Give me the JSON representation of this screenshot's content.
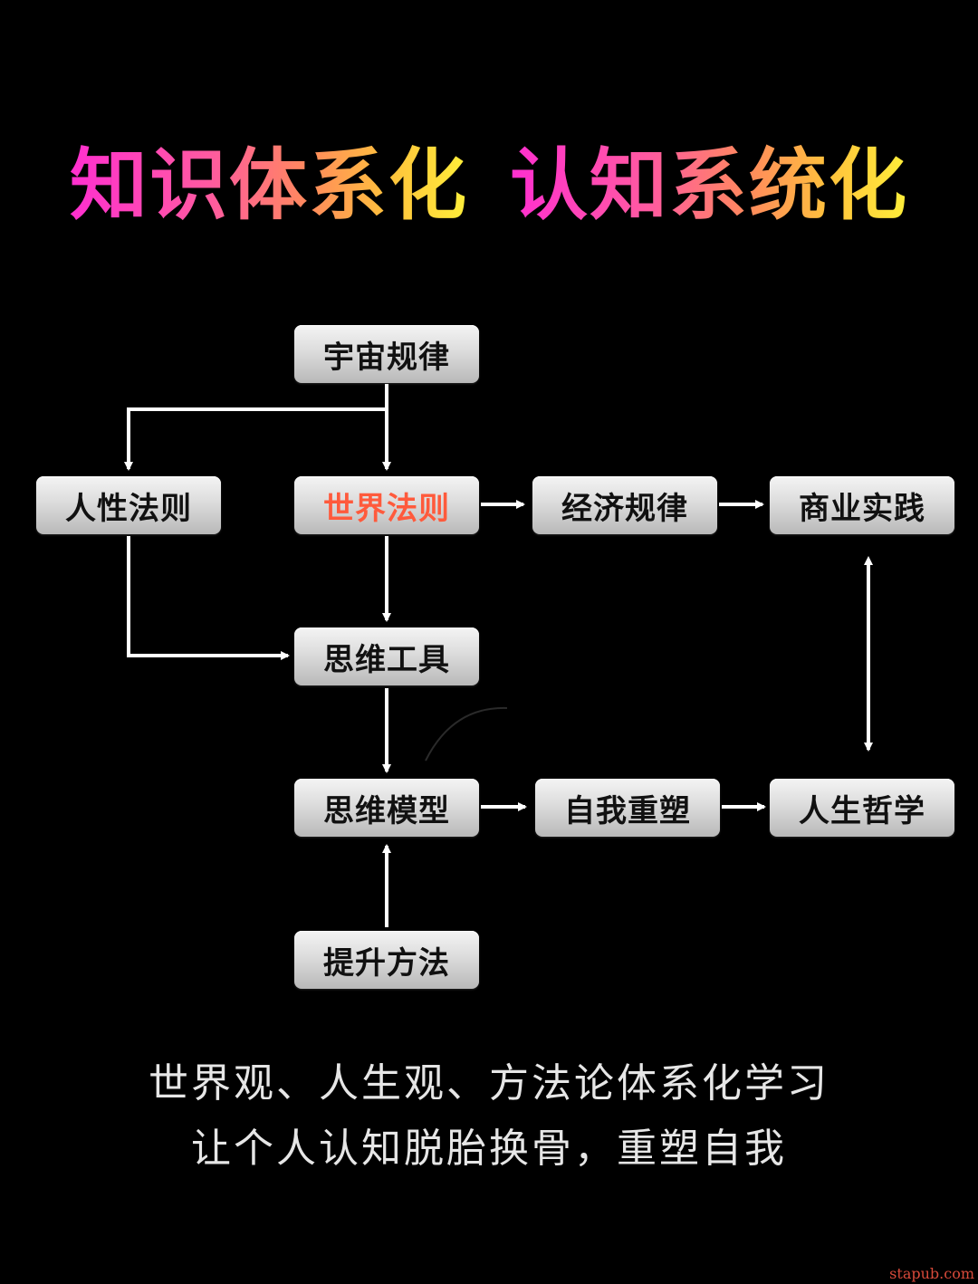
{
  "title": {
    "part1": "知识体系化",
    "part2": "认知系统化"
  },
  "nodes": {
    "universe_laws": "宇宙规律",
    "human_nature_laws": "人性法则",
    "world_laws": "世界法则",
    "economic_laws": "经济规律",
    "business_practice": "商业实践",
    "thinking_tools": "思维工具",
    "thinking_models": "思维模型",
    "self_reshaping": "自我重塑",
    "life_philosophy": "人生哲学",
    "improvement_methods": "提升方法"
  },
  "caption": {
    "line1": "世界观、人生观、方法论体系化学习",
    "line2": "让个人认知脱胎换骨，重塑自我"
  },
  "watermark": "stapub.com",
  "colors": {
    "background": "#000000",
    "highlight_text": "#ff5a3c",
    "title_gradient": [
      "#ff2fd0",
      "#ff8a5c",
      "#ffef3a"
    ]
  }
}
